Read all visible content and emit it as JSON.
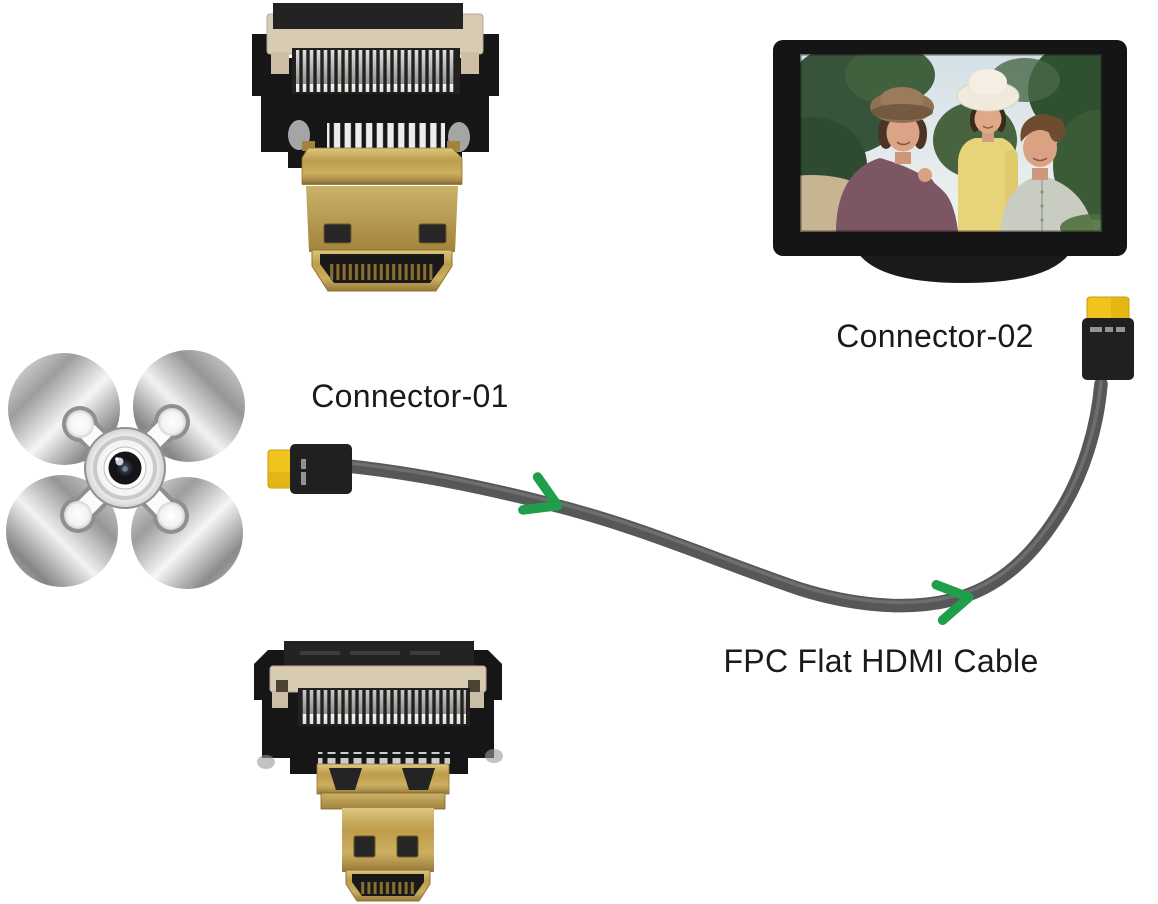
{
  "labels": {
    "connector1": "Connector-01",
    "connector2": "Connector-02",
    "cable_name": "FPC Flat HDMI Cable"
  },
  "colors": {
    "background": "#ffffff",
    "label_text": "#1a1a1a",
    "cable_gray": "#575757",
    "arrow_green": "#1f9e4b",
    "connector_tip_yellow": "#f1c31d",
    "connector_body_black": "#202020",
    "gold_plug": "#bd9c4b",
    "pcb_black": "#161616",
    "ffc_housing_beige": "#d8cbb3",
    "tv_frame_black": "#151515",
    "drone_metal_silver": "#b9b9b9"
  },
  "icons": {
    "mini_hdmi_adapter": "mini-hdmi-fpc-adapter",
    "micro_hdmi_adapter": "micro-hdmi-fpc-adapter",
    "drone": "quadcopter-drone-top-view",
    "tv": "flat-screen-tv-with-family-photo",
    "cable": "slim-hdmi-cable",
    "arrow": "green-direction-arrow"
  }
}
